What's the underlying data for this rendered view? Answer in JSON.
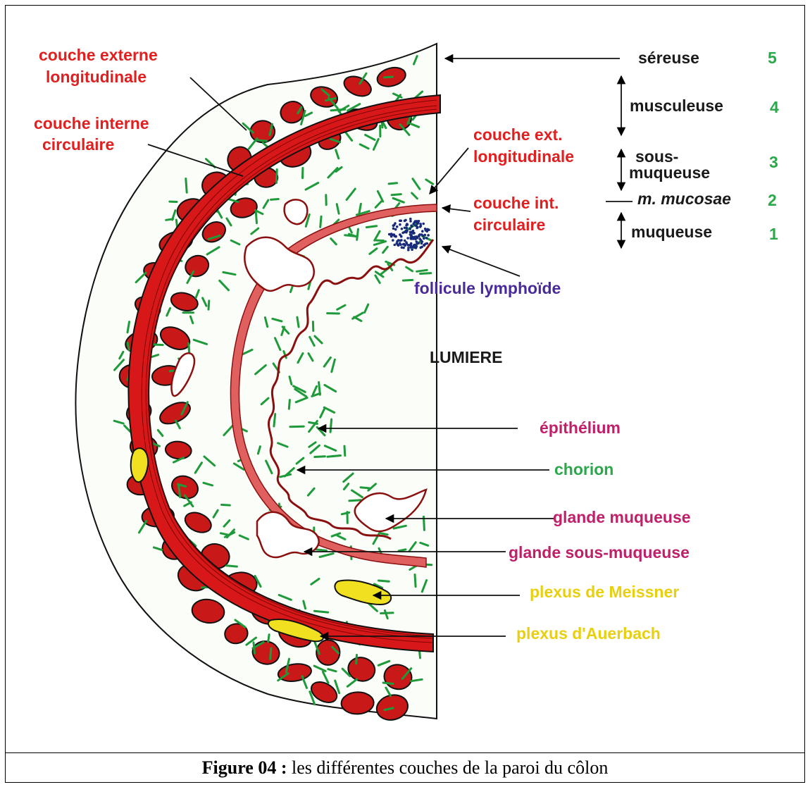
{
  "labels": {
    "outer_longitudinal": [
      "couche externe",
      "longitudinale"
    ],
    "inner_circular": [
      "couche interne",
      "circulaire"
    ],
    "mm_ext_longitudinal": [
      "couche ext.",
      "longitudinale"
    ],
    "mm_int_circular": [
      "couche int.",
      "circulaire"
    ],
    "lymphoid_follicle": "follicule lymphoïde",
    "lumen": "LUMIERE",
    "epithelium": "épithélium",
    "chorion": "chorion",
    "mucous_gland": "glande muqueuse",
    "submucous_gland": "glande sous-muqueuse",
    "meissner_plexus": "plexus de Meissner",
    "auerbach_plexus": "plexus d'Auerbach"
  },
  "layers": [
    {
      "name": "séreuse",
      "number": "5"
    },
    {
      "name": "musculeuse",
      "number": "4"
    },
    {
      "name_line1": "sous-",
      "name_line2": "muqueuse",
      "number": "3"
    },
    {
      "name": "m. mucosae",
      "number": "2"
    },
    {
      "name": "muqueuse",
      "number": "1"
    }
  ],
  "caption": {
    "prefix": "Figure 04 :",
    "text": " les différentes couches de la paroi du côlon"
  },
  "colors": {
    "muscle_red": "#d81818",
    "serosa_green": "#1f9a3a",
    "lymph_blue": "#1a2a7a",
    "plexus_yellow": "#f0e020"
  }
}
